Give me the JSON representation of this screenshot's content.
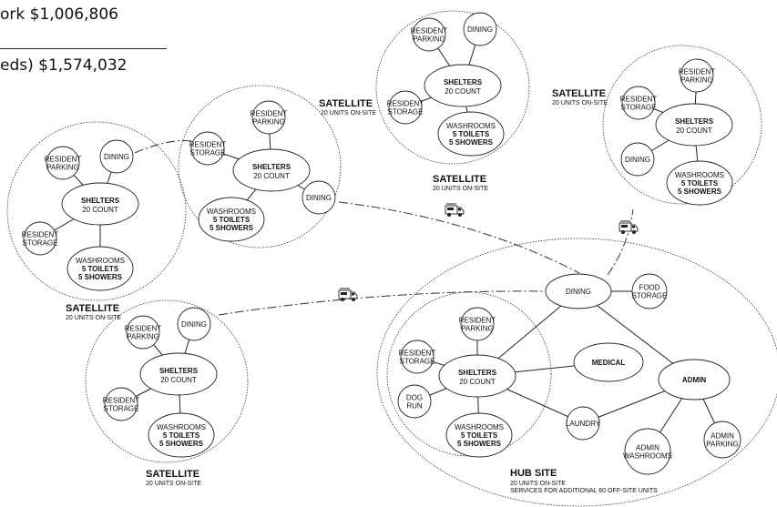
{
  "costs": {
    "line1": "ork $1,006,806",
    "line2": "eds) $1,574,032"
  },
  "satellite_label": {
    "title": "SATELLITE",
    "units": "20 UNITS ON-SITE"
  },
  "hub_label": {
    "title": "HUB SITE",
    "units": "20 UNITS ON-SITE",
    "services": "SERVICES FOR ADDITIONAL 60 OFF-SITE UNITS"
  },
  "nodes": {
    "resident_parking": [
      "RESIDENT",
      "PARKING"
    ],
    "resident_storage": [
      "RESIDENT",
      "STORAGE"
    ],
    "dining": "DINING",
    "shelters_title": "SHELTERS",
    "shelters_count": "20 COUNT",
    "washrooms": "WASHROOMS",
    "toilets": "5 TOILETS",
    "showers": "5 SHOWERS",
    "food_storage": [
      "FOOD",
      "STORAGE"
    ],
    "medical": "MEDICAL",
    "admin": "ADMIN",
    "laundry": "LAUNDRY",
    "dog_run": [
      "DOG",
      "RUN"
    ],
    "admin_washrooms": [
      "ADMIN",
      "WASHROOMS"
    ],
    "admin_parking": [
      "ADMIN",
      "PARKING"
    ]
  },
  "icons": [
    "food-truck-icon"
  ]
}
